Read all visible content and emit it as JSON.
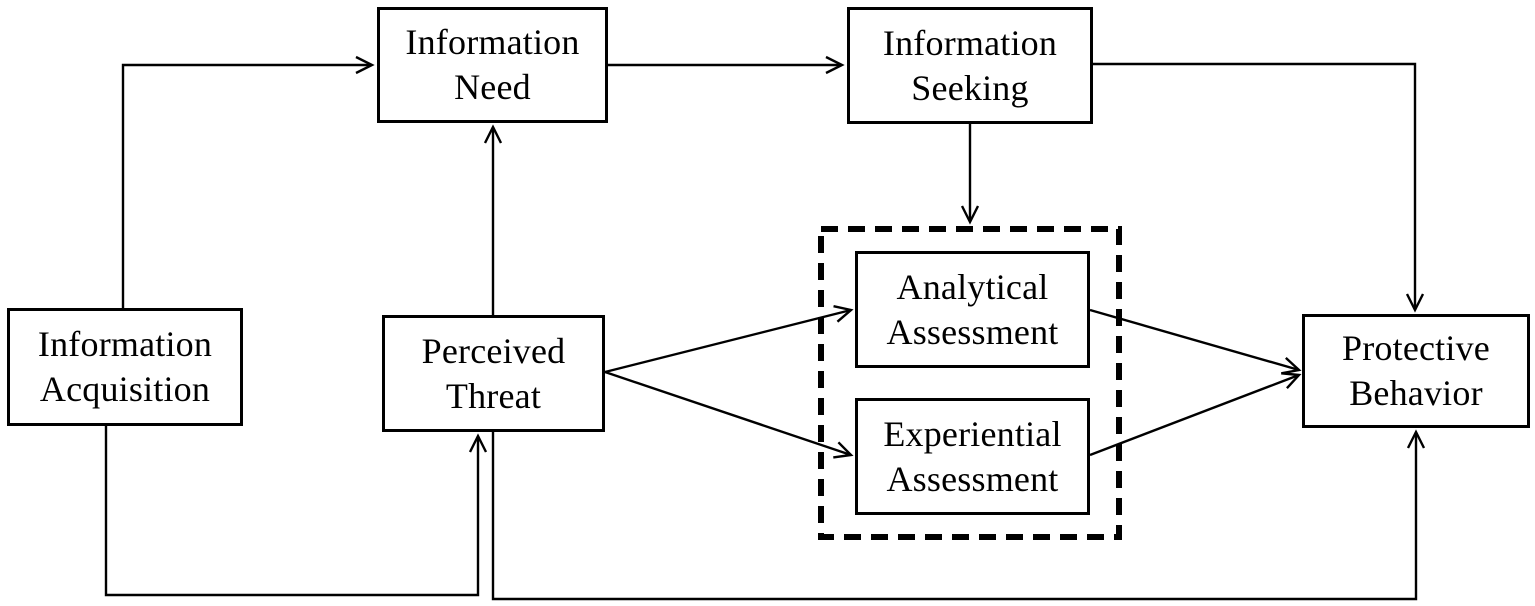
{
  "diagram": {
    "type": "flowchart",
    "nodes": {
      "information_acquisition": {
        "label": "Information\nAcquisition"
      },
      "information_need": {
        "label": "Information\nNeed"
      },
      "information_seeking": {
        "label": "Information\nSeeking"
      },
      "perceived_threat": {
        "label": "Perceived\nThreat"
      },
      "analytical_assessment": {
        "label": "Analytical\nAssessment"
      },
      "experiential_assessment": {
        "label": "Experiential\nAssessment"
      },
      "protective_behavior": {
        "label": "Protective\nBehavior"
      }
    },
    "groups": [
      {
        "name": "assessment-group",
        "style": "dashed-border",
        "members": [
          "analytical_assessment",
          "experiential_assessment"
        ]
      }
    ],
    "edges": [
      {
        "from": "information_acquisition",
        "to": "information_need",
        "arrow": true
      },
      {
        "from": "information_need",
        "to": "information_seeking",
        "arrow": true
      },
      {
        "from": "information_seeking",
        "to": "assessment-group",
        "arrow": true
      },
      {
        "from": "information_seeking",
        "to": "protective_behavior",
        "arrow": true
      },
      {
        "from": "perceived_threat",
        "to": "information_need",
        "arrow": true
      },
      {
        "from": "perceived_threat",
        "to": "analytical_assessment",
        "arrow": true
      },
      {
        "from": "perceived_threat",
        "to": "experiential_assessment",
        "arrow": true
      },
      {
        "from": "analytical_assessment",
        "to": "protective_behavior",
        "arrow": true
      },
      {
        "from": "experiential_assessment",
        "to": "protective_behavior",
        "arrow": true
      },
      {
        "from": "information_acquisition",
        "to": "perceived_threat",
        "arrow": true,
        "route": "bottom-loop"
      },
      {
        "from": "perceived_threat",
        "to": "protective_behavior",
        "arrow": true,
        "route": "bottom-loop"
      }
    ],
    "colors": {
      "background": "#ffffff",
      "line": "#000000",
      "text": "#000000"
    }
  }
}
